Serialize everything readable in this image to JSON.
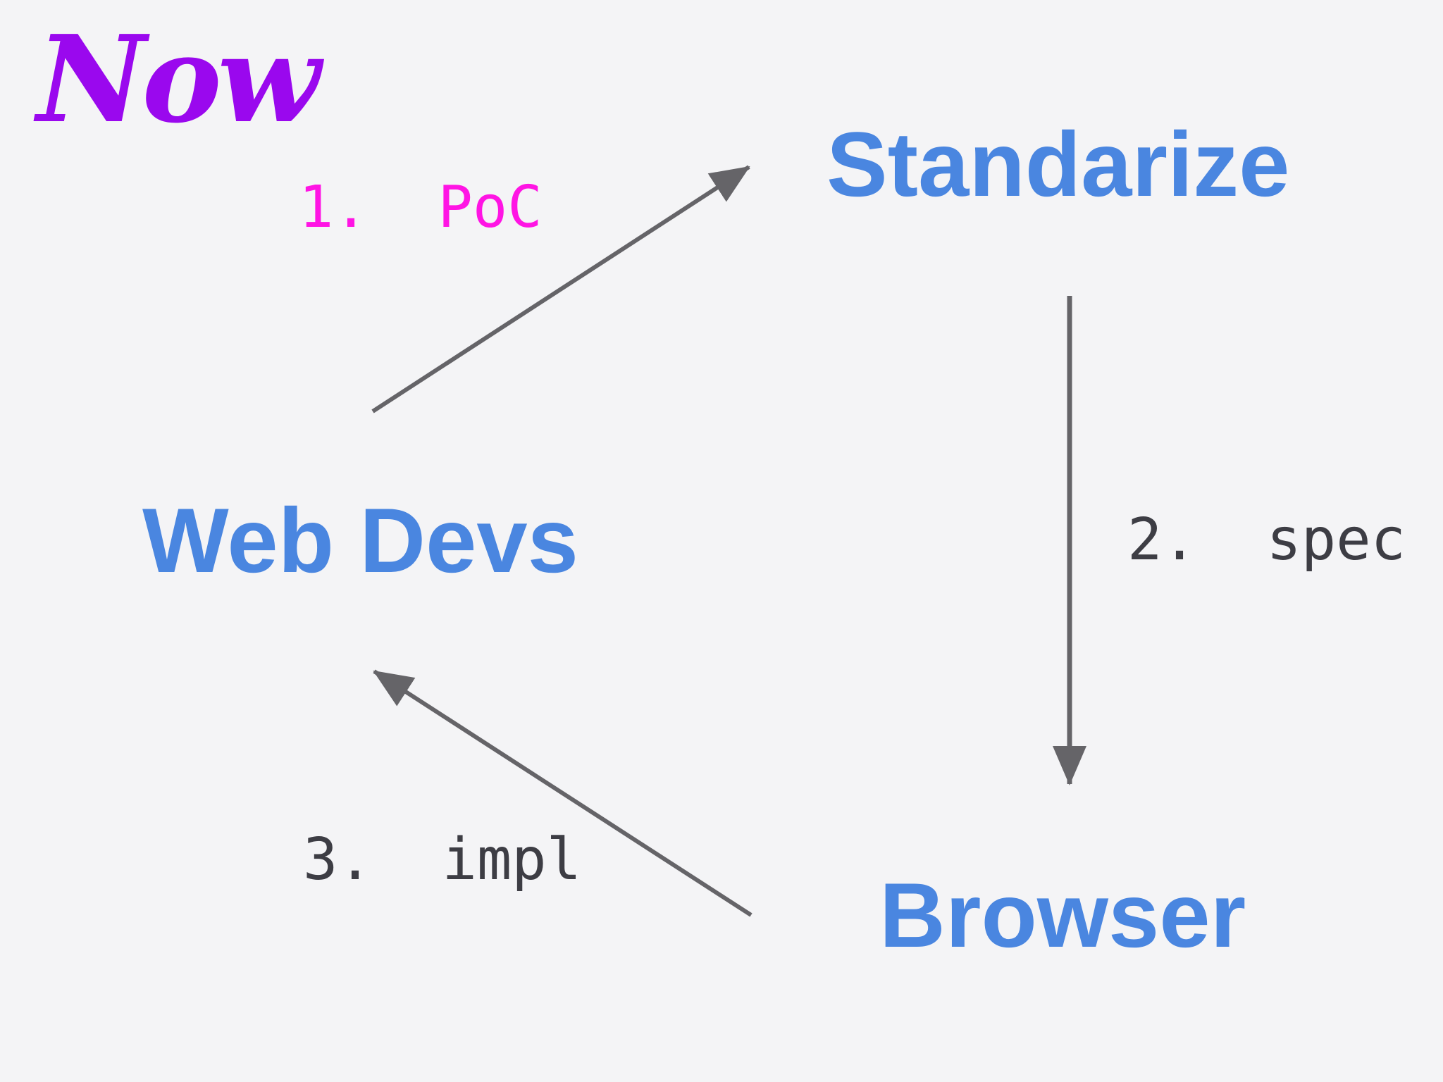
{
  "slide": {
    "title": "Now",
    "colors": {
      "title": "#9a08ee",
      "node": "#4a86e0",
      "step_highlight": "#ff14e4",
      "step_default": "#3d3d44",
      "arrow": "#656468",
      "background": "#f4f4f6"
    }
  },
  "diagram": {
    "nodes": {
      "standarize": "Standarize",
      "web_devs": "Web Devs",
      "browser": "Browser"
    },
    "steps": [
      {
        "label": "1.  PoC",
        "from": "Web Devs",
        "to": "Standarize"
      },
      {
        "label": "2.  spec",
        "from": "Standarize",
        "to": "Browser"
      },
      {
        "label": "3.  impl",
        "from": "Browser",
        "to": "Web Devs"
      }
    ]
  }
}
